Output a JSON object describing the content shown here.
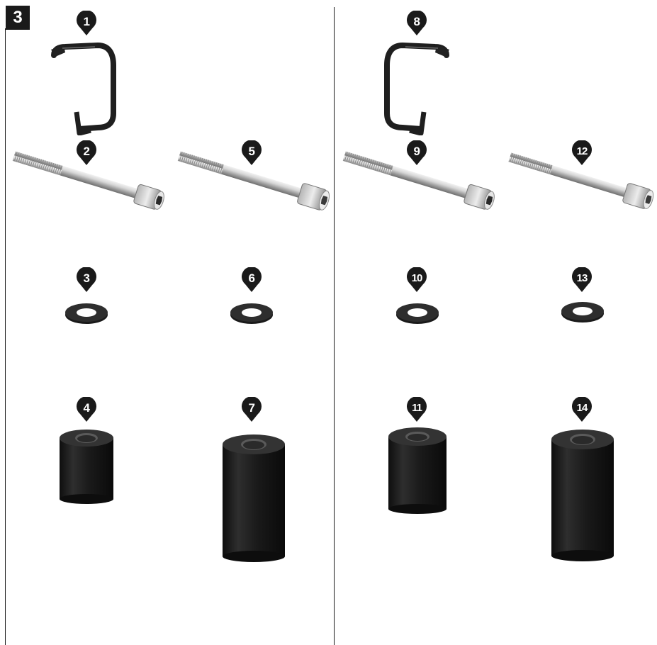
{
  "step": {
    "number": "3"
  },
  "markers": [
    {
      "id": "m1",
      "label": "1"
    },
    {
      "id": "m2",
      "label": "2"
    },
    {
      "id": "m3",
      "label": "3"
    },
    {
      "id": "m4",
      "label": "4"
    },
    {
      "id": "m5",
      "label": "5"
    },
    {
      "id": "m6",
      "label": "6"
    },
    {
      "id": "m7",
      "label": "7"
    },
    {
      "id": "m8",
      "label": "8"
    },
    {
      "id": "m9",
      "label": "9"
    },
    {
      "id": "m10",
      "label": "10"
    },
    {
      "id": "m11",
      "label": "11"
    },
    {
      "id": "m12",
      "label": "12"
    },
    {
      "id": "m13",
      "label": "13"
    },
    {
      "id": "m14",
      "label": "14"
    }
  ],
  "colors": {
    "marker": "#1a1a1a",
    "spacer": "#1c1c1c",
    "washer": "#2a2a2a",
    "bolt": "#c8c8c8"
  }
}
